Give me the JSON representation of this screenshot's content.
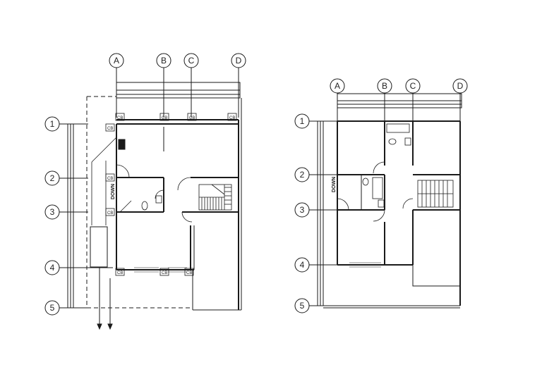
{
  "left_plan": {
    "columns": [
      "A",
      "B",
      "C",
      "D"
    ],
    "rows": [
      "1",
      "2",
      "3",
      "4",
      "5"
    ],
    "column_tag": "CB",
    "stair_label": "DOWN"
  },
  "right_plan": {
    "columns": [
      "A",
      "B",
      "C",
      "D"
    ],
    "rows": [
      "1",
      "2",
      "3",
      "4",
      "5"
    ],
    "stair_label": "DOWN"
  },
  "colors": {
    "line": "#1a1a1a",
    "background": "#ffffff"
  }
}
